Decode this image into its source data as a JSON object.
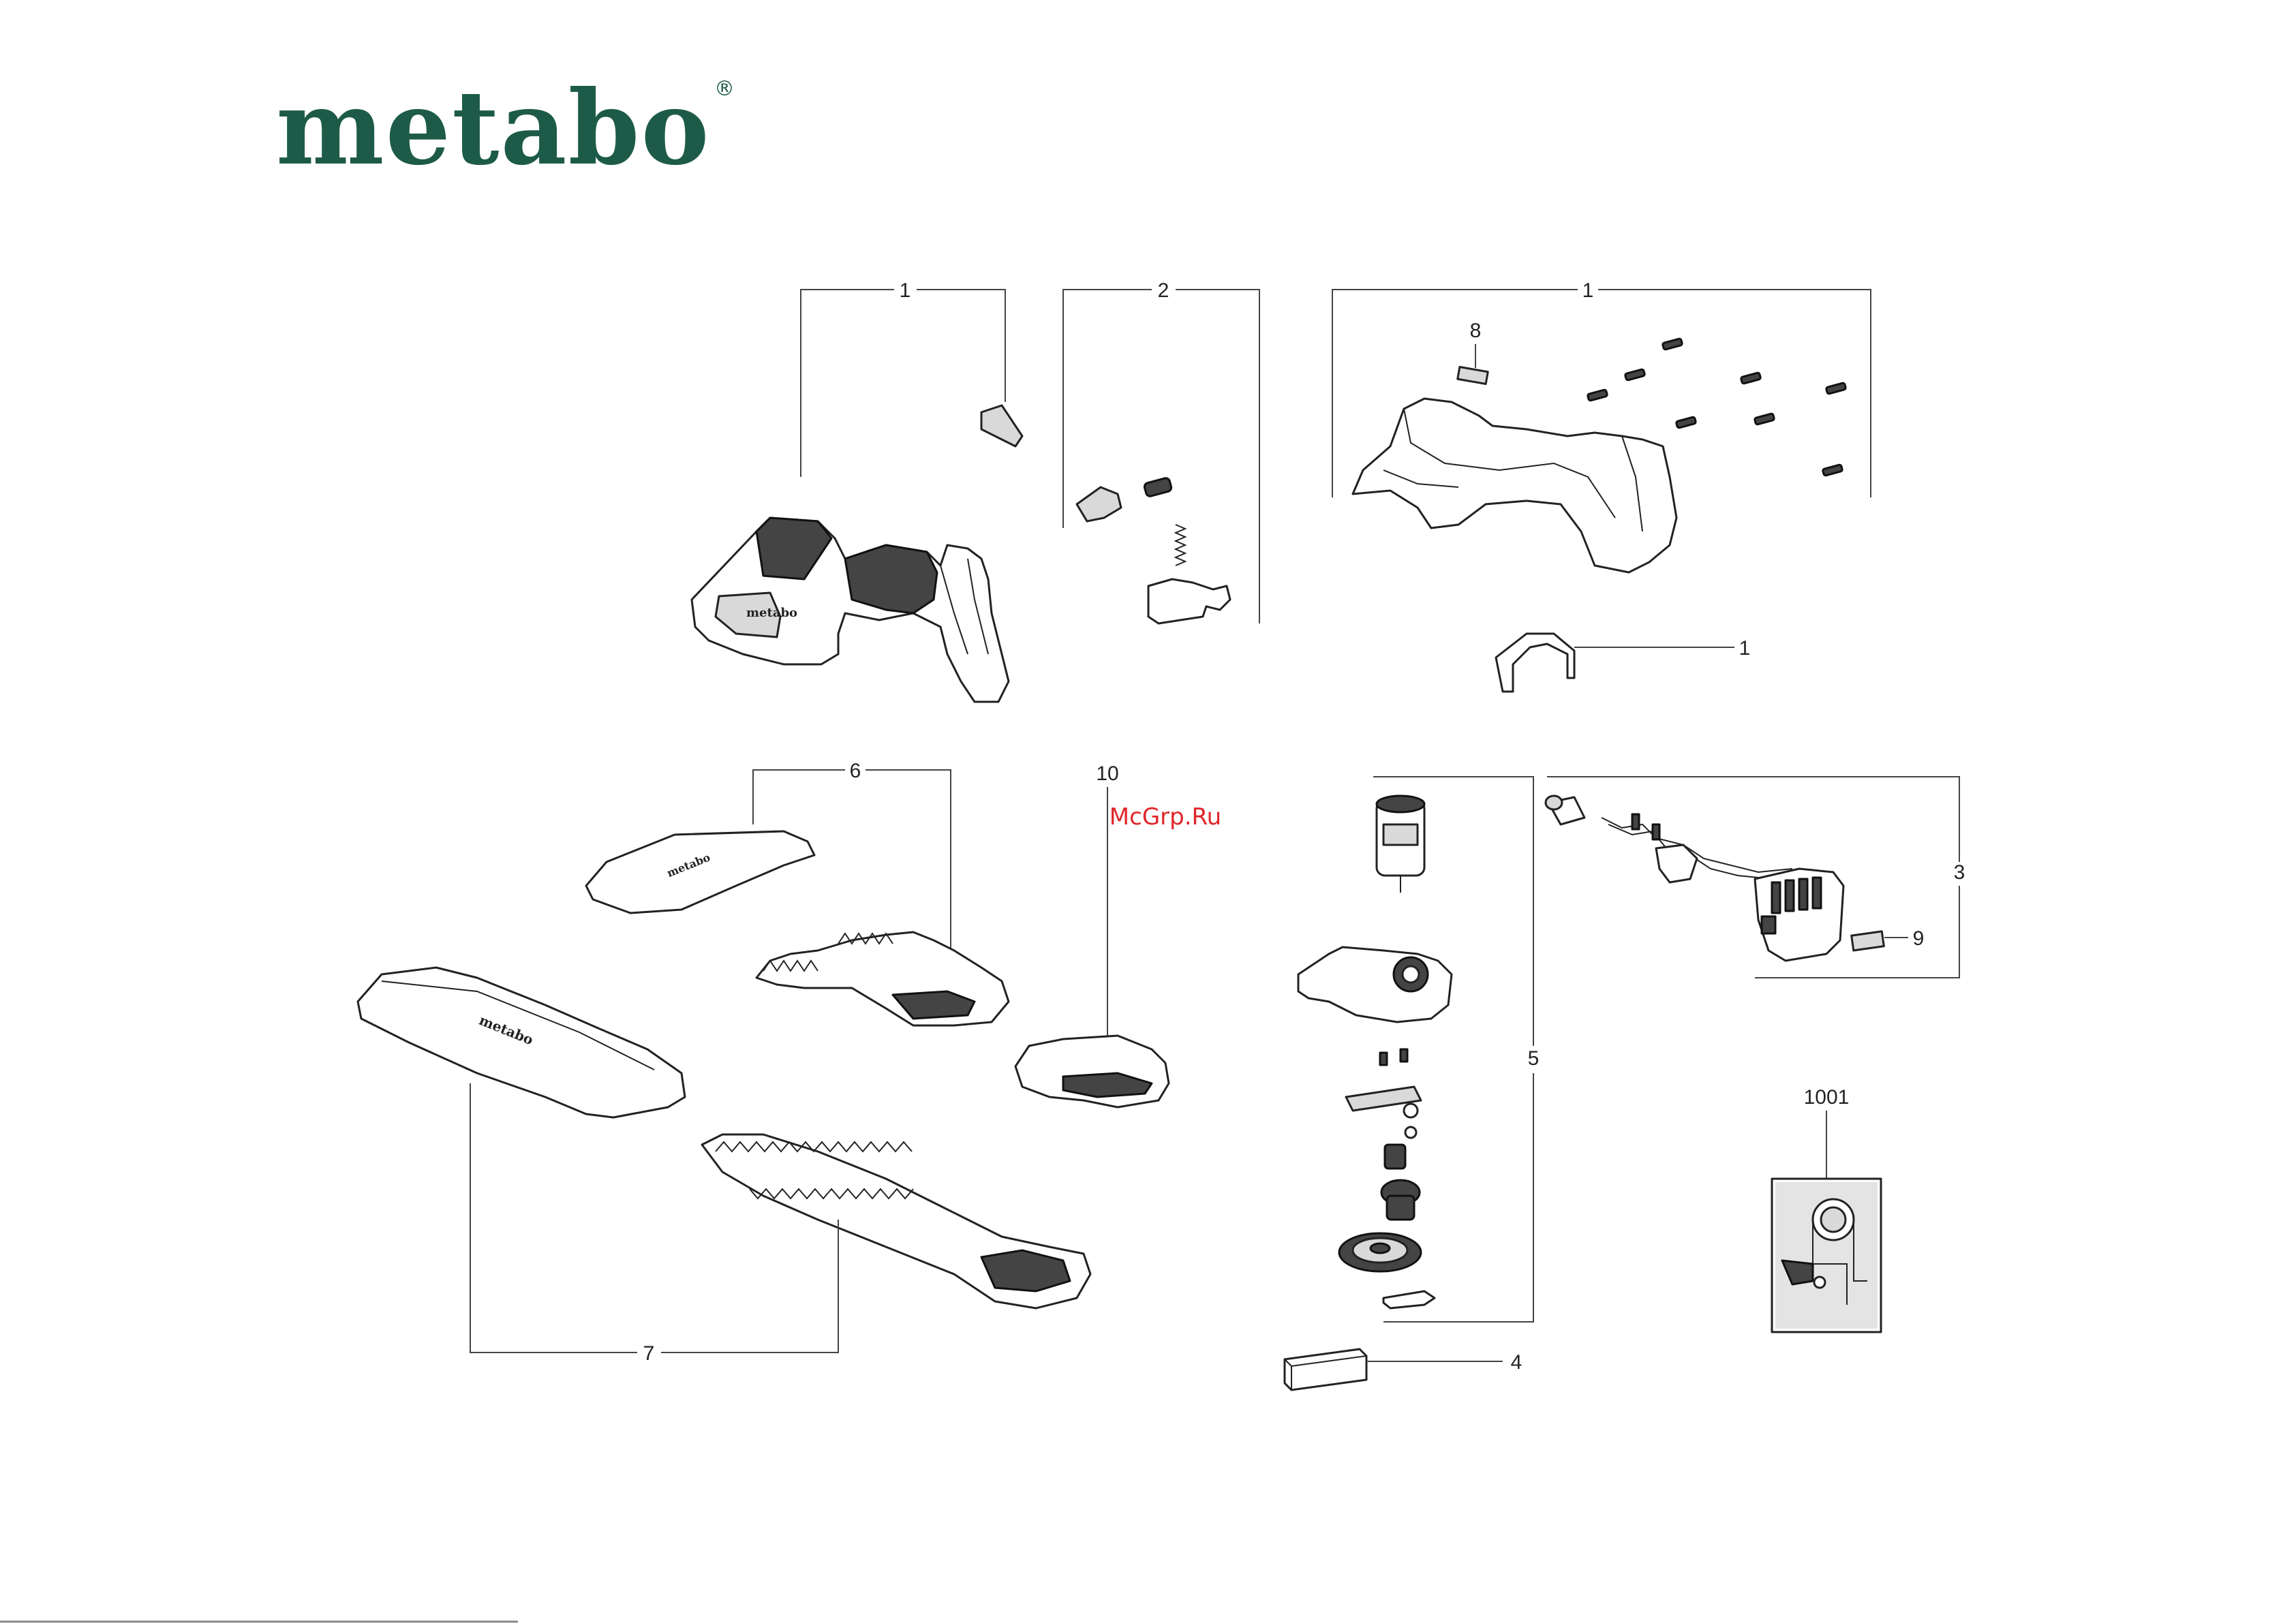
{
  "brand": {
    "logo_text": "metabo",
    "registered_mark": "®",
    "color": "#1d5b48"
  },
  "watermark": {
    "text": "McGrp.Ru",
    "color": "#e0252a"
  },
  "labels": {
    "l1a": "1",
    "l2": "2",
    "l1b": "1",
    "l8": "8",
    "l1c": "1",
    "l6": "6",
    "l10": "10",
    "l3": "3",
    "l9": "9",
    "l5": "5",
    "l1001": "1001",
    "l7": "7",
    "l4": "4"
  }
}
